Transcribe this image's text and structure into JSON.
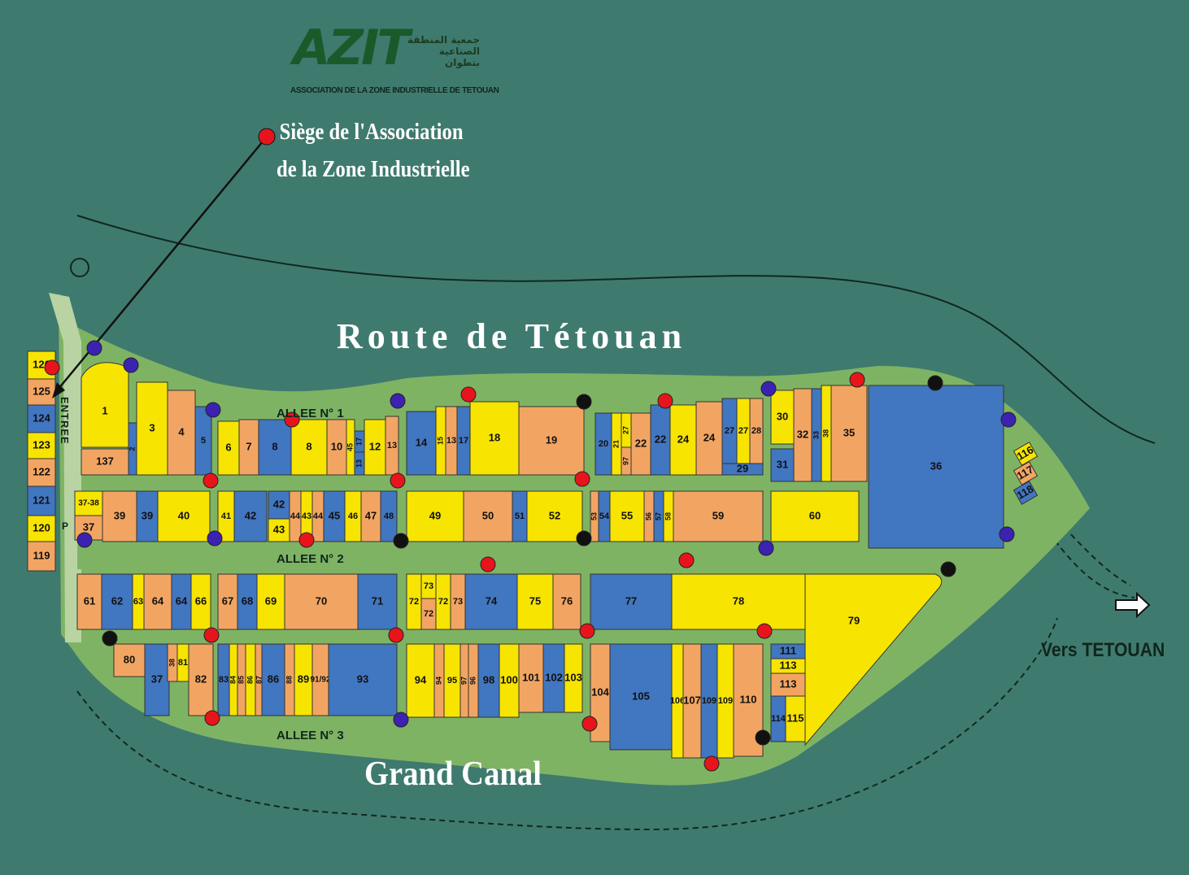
{
  "logo": {
    "mark": "AZIT",
    "arabic": "جمعية المنطقة الصناعية بتطوان",
    "subtitle": "ASSOCIATION DE LA ZONE INDUSTRIELLE DE TETOUAN"
  },
  "labels": {
    "hq_line1": "Siège de l'Association",
    "hq_line2": "de la Zone Industrielle",
    "route": "Route de Tétouan",
    "canal": "Grand Canal",
    "vers": "Vers TETOUAN",
    "entree": "ENTREE",
    "allee1": "ALLEE N° 1",
    "allee2": "ALLEE N° 2",
    "allee3": "ALLEE N° 3",
    "p_marker": "P"
  },
  "colors": {
    "background": "#3f7a6f",
    "green_belt": "#7fb364",
    "yellow_plot": "#f7e400",
    "orange_plot": "#f2a562",
    "blue_plot": "#4176c0",
    "marker_red": "#e8141c",
    "marker_purple": "#3b22b0",
    "marker_black": "#111111",
    "road_line": "#102820"
  },
  "plots": [
    {
      "n": "126",
      "c": "y"
    },
    {
      "n": "125",
      "c": "o"
    },
    {
      "n": "124",
      "c": "b"
    },
    {
      "n": "123",
      "c": "y"
    },
    {
      "n": "122",
      "c": "o"
    },
    {
      "n": "121",
      "c": "b"
    },
    {
      "n": "120",
      "c": "y"
    },
    {
      "n": "119",
      "c": "o"
    },
    {
      "n": "1",
      "c": "y"
    },
    {
      "n": "137",
      "c": "o"
    },
    {
      "n": "2",
      "c": "b"
    },
    {
      "n": "3",
      "c": "y"
    },
    {
      "n": "4",
      "c": "o"
    },
    {
      "n": "5",
      "c": "b"
    },
    {
      "n": "6",
      "c": "y"
    },
    {
      "n": "7",
      "c": "o"
    },
    {
      "n": "8",
      "c": "b"
    },
    {
      "n": "8",
      "c": "y"
    },
    {
      "n": "10",
      "c": "o"
    },
    {
      "n": "45",
      "c": "y"
    },
    {
      "n": "17",
      "c": "b"
    },
    {
      "n": "13",
      "c": "b"
    },
    {
      "n": "12",
      "c": "y"
    },
    {
      "n": "13",
      "c": "o"
    },
    {
      "n": "14",
      "c": "b"
    },
    {
      "n": "15",
      "c": "y"
    },
    {
      "n": "13",
      "c": "o"
    },
    {
      "n": "17",
      "c": "b"
    },
    {
      "n": "18",
      "c": "y"
    },
    {
      "n": "19",
      "c": "o"
    },
    {
      "n": "20",
      "c": "b"
    },
    {
      "n": "21",
      "c": "y"
    },
    {
      "n": "27",
      "c": "y"
    },
    {
      "n": "97",
      "c": "o"
    },
    {
      "n": "22",
      "c": "o"
    },
    {
      "n": "22",
      "c": "b"
    },
    {
      "n": "24",
      "c": "y"
    },
    {
      "n": "24",
      "c": "o"
    },
    {
      "n": "27",
      "c": "b"
    },
    {
      "n": "27",
      "c": "y"
    },
    {
      "n": "28",
      "c": "o"
    },
    {
      "n": "29",
      "c": "b"
    },
    {
      "n": "30",
      "c": "y"
    },
    {
      "n": "31",
      "c": "b"
    },
    {
      "n": "32",
      "c": "o"
    },
    {
      "n": "33",
      "c": "b"
    },
    {
      "n": "38",
      "c": "y"
    },
    {
      "n": "35",
      "c": "o"
    },
    {
      "n": "36",
      "c": "b"
    },
    {
      "n": "116",
      "c": "y"
    },
    {
      "n": "117",
      "c": "o"
    },
    {
      "n": "118",
      "c": "b"
    },
    {
      "n": "37-38",
      "c": "y"
    },
    {
      "n": "37",
      "c": "o"
    },
    {
      "n": "39",
      "c": "o"
    },
    {
      "n": "39",
      "c": "b"
    },
    {
      "n": "40",
      "c": "y"
    },
    {
      "n": "41",
      "c": "y"
    },
    {
      "n": "42",
      "c": "b"
    },
    {
      "n": "42",
      "c": "b"
    },
    {
      "n": "43",
      "c": "y"
    },
    {
      "n": "44",
      "c": "o"
    },
    {
      "n": "43",
      "c": "y"
    },
    {
      "n": "44",
      "c": "o"
    },
    {
      "n": "45",
      "c": "b"
    },
    {
      "n": "46",
      "c": "y"
    },
    {
      "n": "47",
      "c": "o"
    },
    {
      "n": "48",
      "c": "b"
    },
    {
      "n": "49",
      "c": "y"
    },
    {
      "n": "50",
      "c": "o"
    },
    {
      "n": "51",
      "c": "b"
    },
    {
      "n": "52",
      "c": "y"
    },
    {
      "n": "53",
      "c": "o"
    },
    {
      "n": "54",
      "c": "b"
    },
    {
      "n": "55",
      "c": "y"
    },
    {
      "n": "56",
      "c": "o"
    },
    {
      "n": "57",
      "c": "b"
    },
    {
      "n": "58",
      "c": "y"
    },
    {
      "n": "59",
      "c": "o"
    },
    {
      "n": "60",
      "c": "y"
    },
    {
      "n": "61",
      "c": "o"
    },
    {
      "n": "62",
      "c": "b"
    },
    {
      "n": "63",
      "c": "y"
    },
    {
      "n": "64",
      "c": "o"
    },
    {
      "n": "64",
      "c": "b"
    },
    {
      "n": "66",
      "c": "y"
    },
    {
      "n": "67",
      "c": "o"
    },
    {
      "n": "68",
      "c": "b"
    },
    {
      "n": "69",
      "c": "y"
    },
    {
      "n": "70",
      "c": "o"
    },
    {
      "n": "71",
      "c": "b"
    },
    {
      "n": "72",
      "c": "y"
    },
    {
      "n": "73",
      "c": "y"
    },
    {
      "n": "72",
      "c": "o"
    },
    {
      "n": "72",
      "c": "y"
    },
    {
      "n": "73",
      "c": "o"
    },
    {
      "n": "74",
      "c": "b"
    },
    {
      "n": "75",
      "c": "y"
    },
    {
      "n": "76",
      "c": "o"
    },
    {
      "n": "77",
      "c": "b"
    },
    {
      "n": "78",
      "c": "y"
    },
    {
      "n": "79",
      "c": "y"
    },
    {
      "n": "80",
      "c": "o"
    },
    {
      "n": "37",
      "c": "b"
    },
    {
      "n": "38",
      "c": "o"
    },
    {
      "n": "81",
      "c": "y"
    },
    {
      "n": "82",
      "c": "o"
    },
    {
      "n": "83",
      "c": "b"
    },
    {
      "n": "84",
      "c": "y"
    },
    {
      "n": "85",
      "c": "o"
    },
    {
      "n": "86",
      "c": "y"
    },
    {
      "n": "87",
      "c": "o"
    },
    {
      "n": "86",
      "c": "b"
    },
    {
      "n": "88",
      "c": "o"
    },
    {
      "n": "89",
      "c": "y"
    },
    {
      "n": "91/92",
      "c": "o"
    },
    {
      "n": "93",
      "c": "b"
    },
    {
      "n": "94",
      "c": "y"
    },
    {
      "n": "94",
      "c": "o"
    },
    {
      "n": "95",
      "c": "y"
    },
    {
      "n": "97",
      "c": "o"
    },
    {
      "n": "96",
      "c": "o"
    },
    {
      "n": "98",
      "c": "b"
    },
    {
      "n": "100",
      "c": "y"
    },
    {
      "n": "101",
      "c": "o"
    },
    {
      "n": "102",
      "c": "b"
    },
    {
      "n": "103",
      "c": "y"
    },
    {
      "n": "104",
      "c": "o"
    },
    {
      "n": "105",
      "c": "b"
    },
    {
      "n": "106",
      "c": "y"
    },
    {
      "n": "107",
      "c": "o"
    },
    {
      "n": "109",
      "c": "b"
    },
    {
      "n": "109",
      "c": "y"
    },
    {
      "n": "110",
      "c": "o"
    },
    {
      "n": "111",
      "c": "b"
    },
    {
      "n": "113",
      "c": "y"
    },
    {
      "n": "113",
      "c": "o"
    },
    {
      "n": "114",
      "c": "b"
    },
    {
      "n": "115",
      "c": "y"
    }
  ]
}
